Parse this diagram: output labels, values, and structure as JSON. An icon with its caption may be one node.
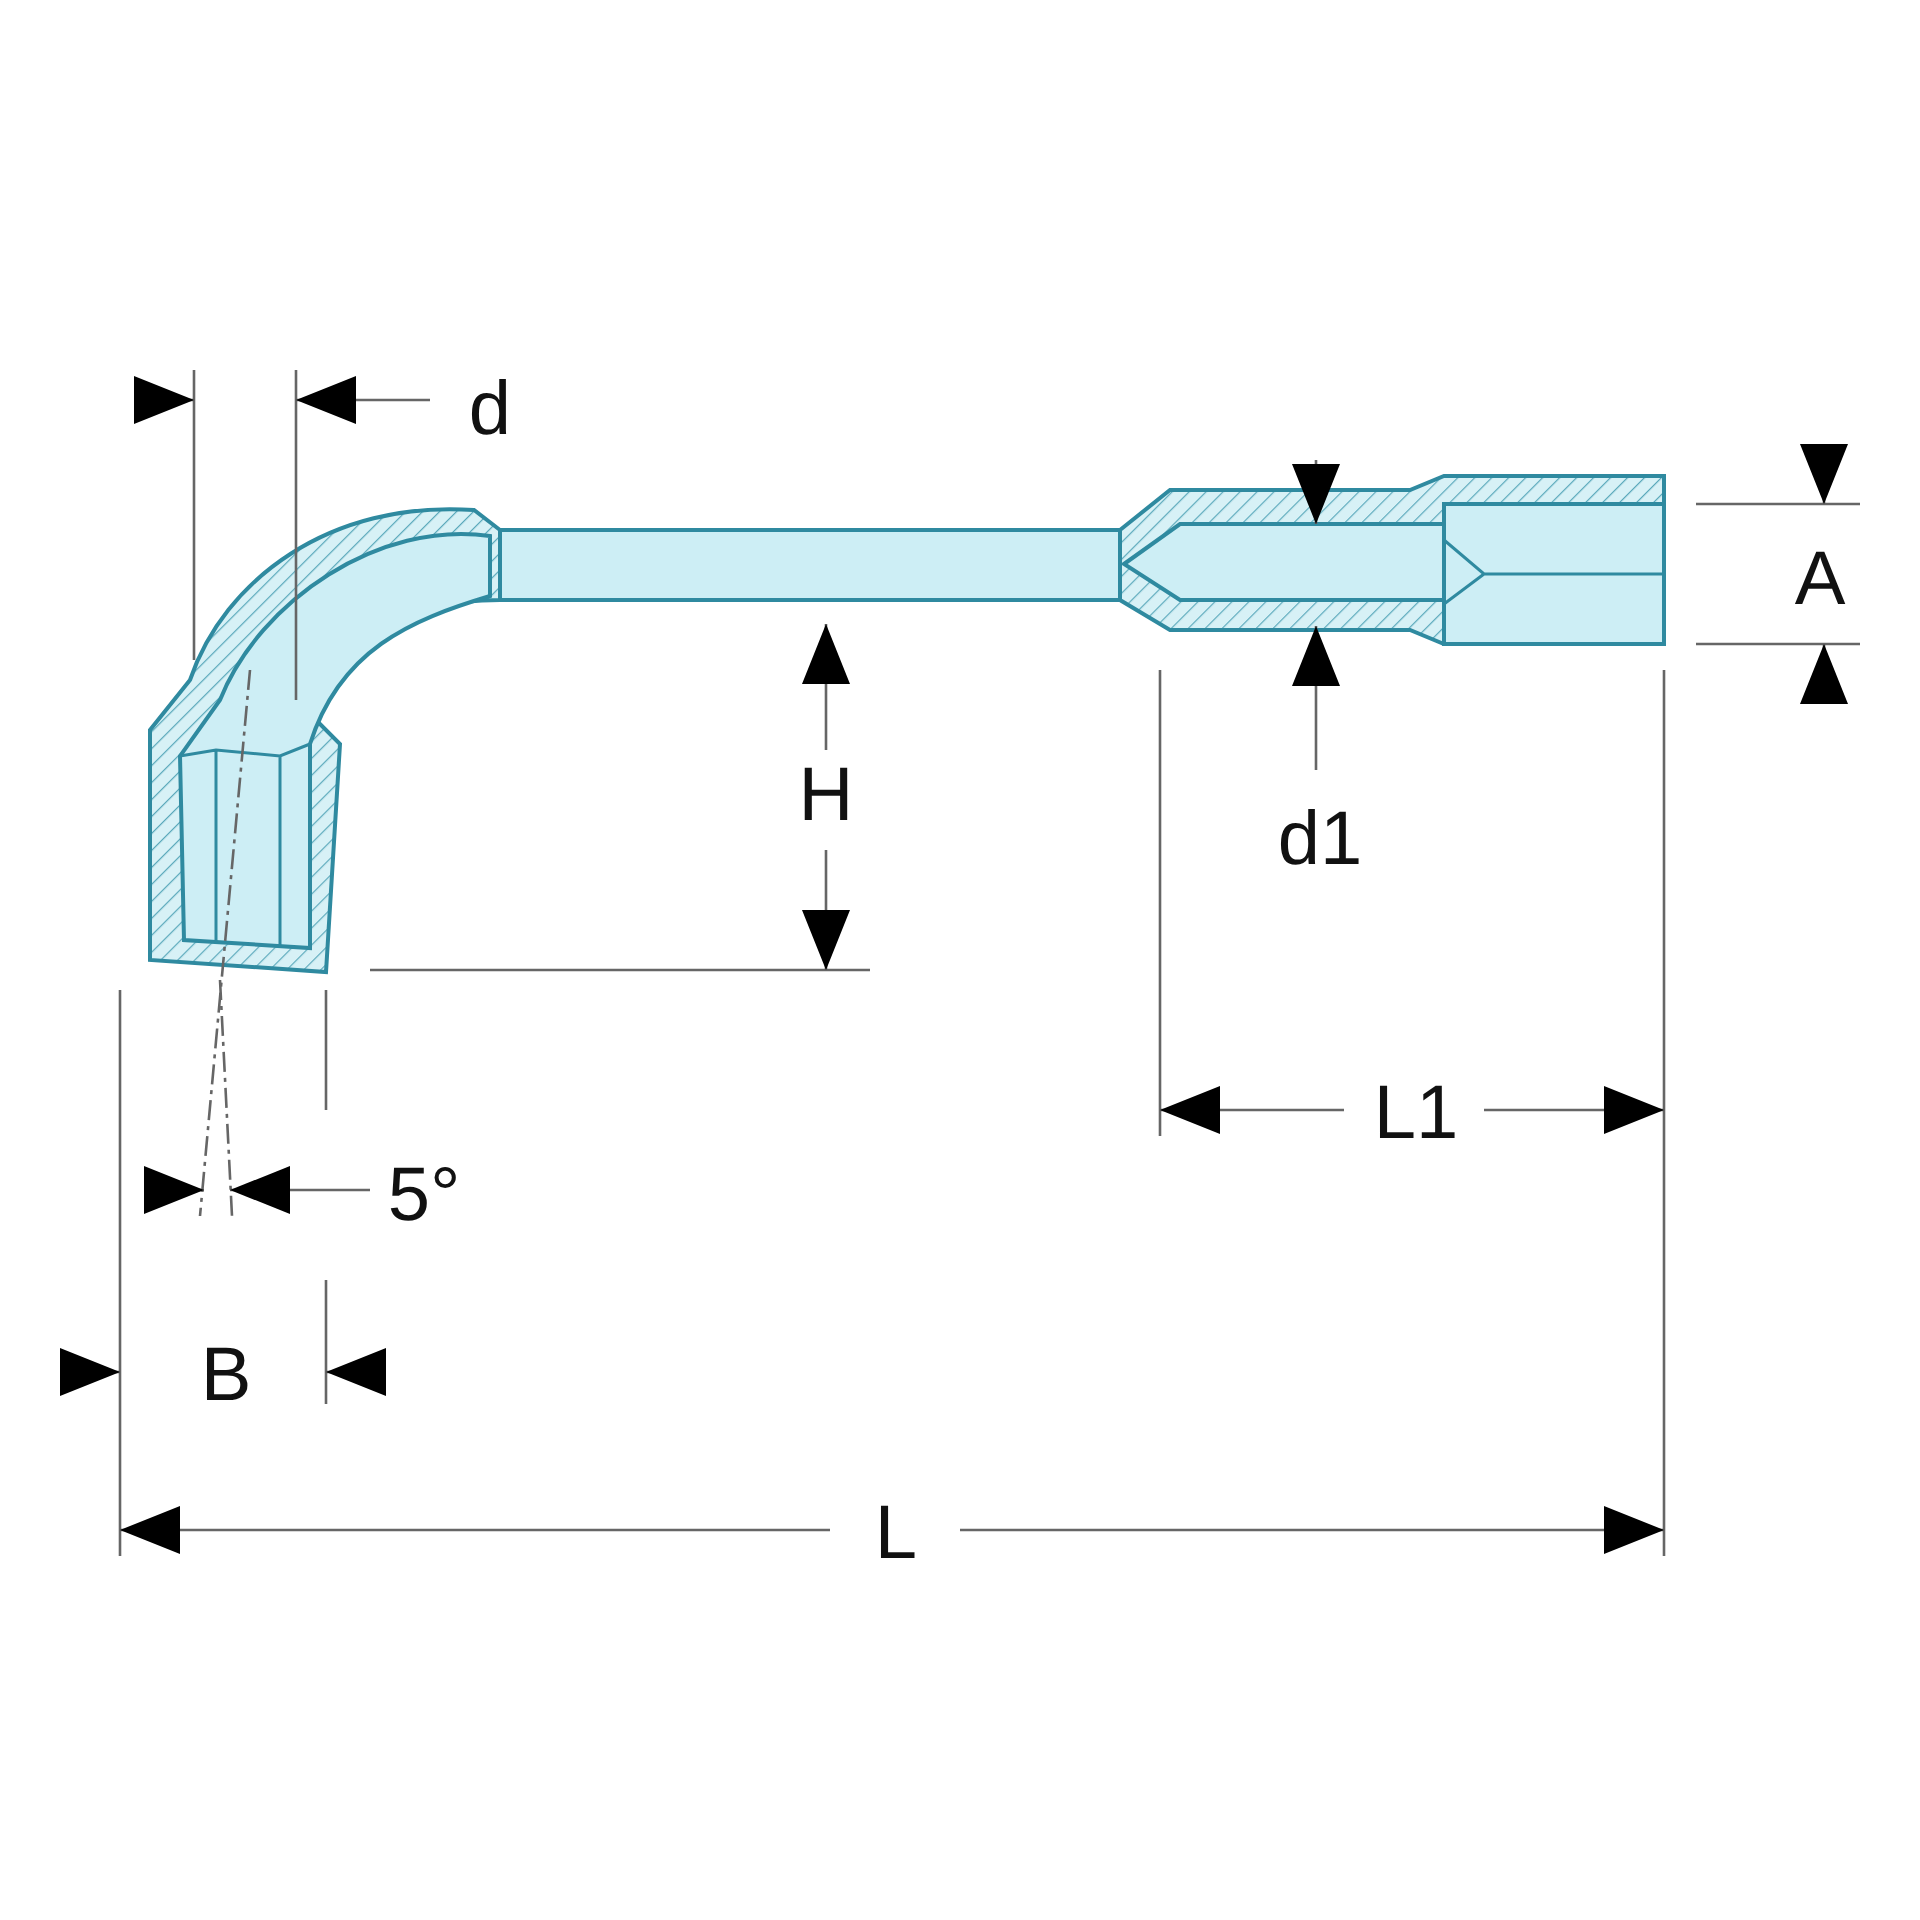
{
  "diagram": {
    "labels": [
      "d",
      "A",
      "H",
      "d1",
      "L1",
      "5°",
      "B",
      "L"
    ]
  }
}
